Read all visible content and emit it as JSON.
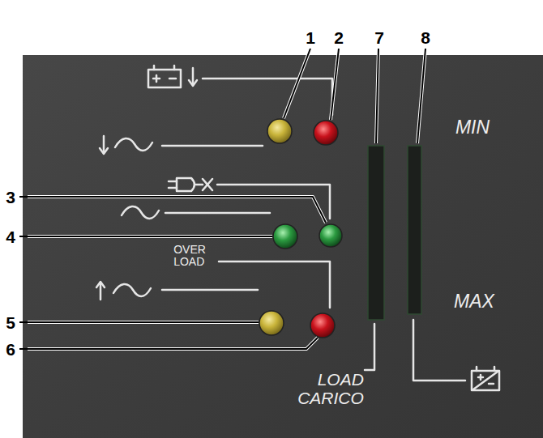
{
  "diagram": {
    "labels": [
      "1",
      "2",
      "7",
      "8",
      "3",
      "4",
      "5",
      "6",
      "OVER LOAD",
      "MIN",
      "MAX",
      "LOAD CARICO"
    ]
  }
}
